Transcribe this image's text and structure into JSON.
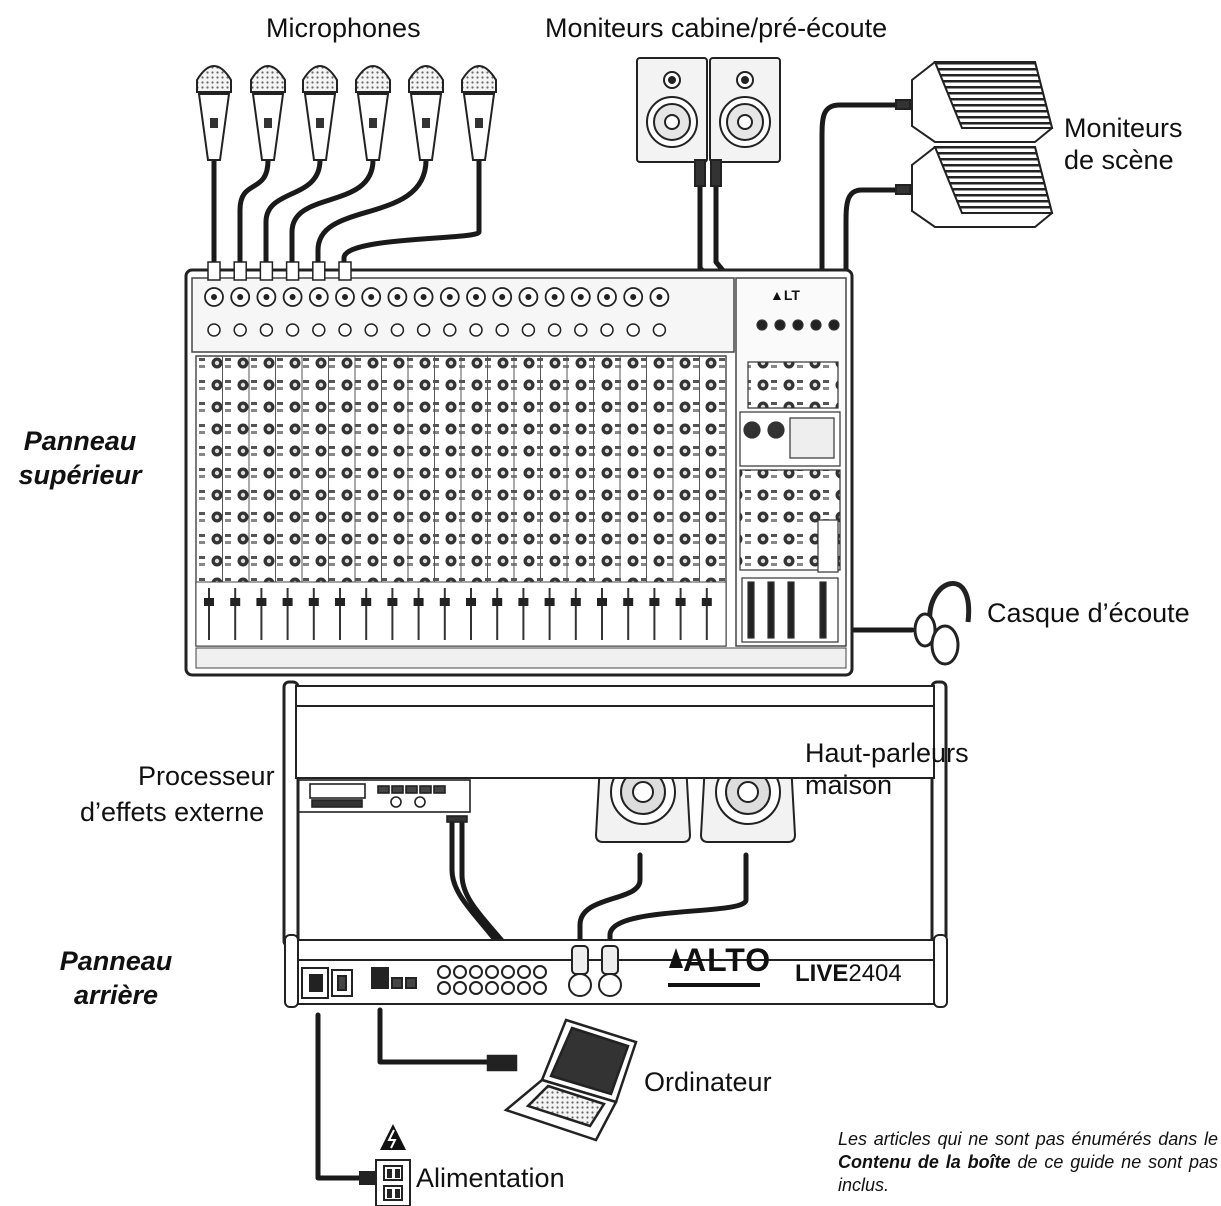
{
  "labels": {
    "microphones": "Microphones",
    "booth_monitors": "Moniteurs cabine/pré-écoute",
    "stage_monitors_line1": "Moniteurs",
    "stage_monitors_line2": "de scène",
    "headphones": "Casque d’écoute",
    "fx_processor_line1": "Processeur",
    "fx_processor_line2": "d’effets externe",
    "house_speakers_line1": "Haut-parleurs",
    "house_speakers_line2": "maison",
    "computer": "Ordinateur",
    "power": "Alimentation"
  },
  "panels": {
    "top_line1": "Panneau",
    "top_line2": "supérieur",
    "rear_line1": "Panneau",
    "rear_line2": "arrière"
  },
  "rear_panel": {
    "brand": "ALTO",
    "model_prefix": "LIVE",
    "model_number": "2404"
  },
  "note": {
    "part1": "Les articles qui ne sont pas énumérés dans le ",
    "bold": "Contenu de la boîte",
    "part2": " de ce guide ne sont pas inclus."
  },
  "icons": {
    "warning": "warning-triangle-icon"
  }
}
